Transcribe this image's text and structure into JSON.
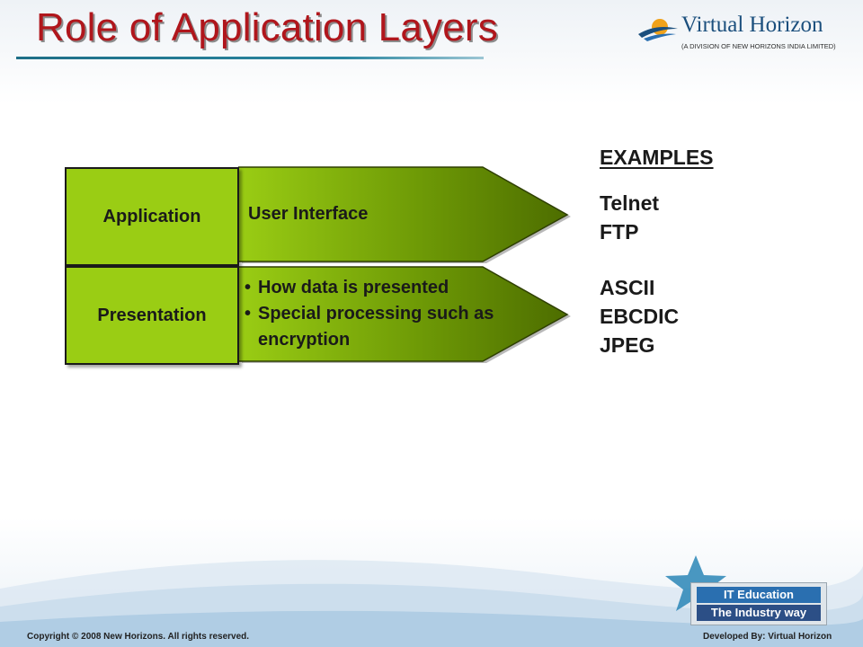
{
  "slide": {
    "title": "Role of Application Layers"
  },
  "brand": {
    "name": "Virtual Horizon",
    "subtitle": "(A DIVISION OF NEW HORIZONS INDIA LIMITED)"
  },
  "layers": {
    "application": {
      "name": "Application",
      "role": "User Interface"
    },
    "presentation": {
      "name": "Presentation",
      "bullets": [
        "How data is presented",
        "Special processing such as encryption"
      ]
    }
  },
  "examples": {
    "heading": "EXAMPLES",
    "application": [
      "Telnet",
      "FTP"
    ],
    "presentation": [
      "ASCII",
      "EBCDIC",
      "JPEG"
    ]
  },
  "badge": {
    "line1": "IT Education",
    "line2": "The Industry way"
  },
  "footer": {
    "copyright": "Copyright © 2008 New Horizons. All rights reserved.",
    "developed_by": "Developed By: Virtual Horizon"
  },
  "colors": {
    "title": "#b0161c",
    "layer_green": "#9acd14",
    "arrow_dark_green": "#4d6d00"
  }
}
